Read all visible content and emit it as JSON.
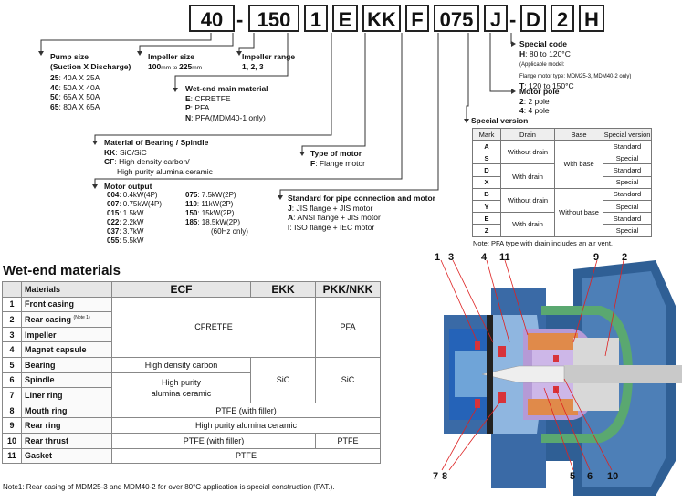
{
  "code": {
    "segments": [
      "40",
      "150",
      "1",
      "E",
      "KK",
      "F",
      "075",
      "J",
      "D",
      "2",
      "H"
    ],
    "dash": "-"
  },
  "pump_size": {
    "title": "Pump size",
    "subtitle": "(Suction X Discharge)",
    "items": [
      {
        "code": "25",
        "text": ": 40A X 25A"
      },
      {
        "code": "40",
        "text": ": 50A X 40A"
      },
      {
        "code": "50",
        "text": ": 65A X 50A"
      },
      {
        "code": "65",
        "text": ": 80A X 65A"
      }
    ]
  },
  "impeller_size": {
    "title": "Impeller size",
    "min": "100",
    "unit1": "mm to ",
    "max": "225",
    "unit2": "mm"
  },
  "impeller_range": {
    "title": "Impeller range",
    "values": "1, 2, 3"
  },
  "wet_end_main": {
    "title": "Wet-end main material",
    "items": [
      {
        "code": "E",
        "text": ": CFRETFE"
      },
      {
        "code": "P",
        "text": ": PFA"
      },
      {
        "code": "N",
        "text": ": PFA(MDM40-1 only)"
      }
    ]
  },
  "bearing": {
    "title": "Material of Bearing / Spindle",
    "items": [
      {
        "code": "KK",
        "text": ": SiC/SiC"
      },
      {
        "code": "CF",
        "text": ": High density carbon/"
      }
    ],
    "cont": "High purity alumina ceramic"
  },
  "motor_type": {
    "title": "Type of motor",
    "code": "F",
    "text": ": Flange motor"
  },
  "motor_output": {
    "title": "Motor output",
    "left": [
      {
        "code": "004",
        "text": ": 0.4kW(4P)"
      },
      {
        "code": "007",
        "text": ": 0.75kW(4P)"
      },
      {
        "code": "015",
        "text": ": 1.5kW"
      },
      {
        "code": "022",
        "text": ": 2.2kW"
      },
      {
        "code": "037",
        "text": ": 3.7kW"
      },
      {
        "code": "055",
        "text": ": 5.5kW"
      }
    ],
    "right": [
      {
        "code": "075",
        "text": ": 7.5kW(2P)"
      },
      {
        "code": "110",
        "text": ": 11kW(2P)"
      },
      {
        "code": "150",
        "text": ": 15kW(2P)"
      },
      {
        "code": "185",
        "text": ": 18.5kW(2P)"
      }
    ],
    "right_note": "(60Hz only)"
  },
  "standard": {
    "title": "Standard for pipe connection and motor",
    "items": [
      {
        "code": "J",
        "text": ": JIS flange + JIS motor"
      },
      {
        "code": "A",
        "text": ": ANSI flange + JIS motor"
      },
      {
        "code": "I",
        "text": ": ISO flange + IEC motor"
      }
    ]
  },
  "special_code": {
    "title": "Special code",
    "h_code": "H",
    "h_text": ": 80 to 120°C",
    "applicable": "(Applicable model:",
    "flange": "Flange motor type: MDM25-3, MDM40-2  only)",
    "t_code": "T",
    "t_text": ": 120 to 150°C"
  },
  "motor_pole": {
    "title": "Motor pole",
    "items": [
      {
        "code": "2",
        "text": ": 2 pole"
      },
      {
        "code": "4",
        "text": ": 4 pole"
      }
    ]
  },
  "special_version": {
    "title": "Special version",
    "headers": [
      "Mark",
      "Drain",
      "Base",
      "Special version"
    ],
    "marks": [
      "A",
      "S",
      "D",
      "X",
      "B",
      "Y",
      "E",
      "Z"
    ],
    "drain": [
      "Without drain",
      "With drain",
      "Without drain",
      "With drain"
    ],
    "base": [
      "With base",
      "Without base"
    ],
    "versions": [
      "Standard",
      "Special",
      "Standard",
      "Special",
      "Standard",
      "Special",
      "Standard",
      "Special"
    ],
    "note": "Note: PFA type with drain includes an air vent."
  },
  "wet_end": {
    "title": "Wet-end materials",
    "headers": {
      "materials": "Materials",
      "ecf": "ECF",
      "ekk": "EKK",
      "pkk": "PKK/NKK"
    },
    "rows": [
      {
        "num": "1",
        "name": "Front casing"
      },
      {
        "num": "2",
        "name": "Rear casing",
        "note": "(Note 1)"
      },
      {
        "num": "3",
        "name": "Impeller"
      },
      {
        "num": "4",
        "name": "Magnet capsule"
      },
      {
        "num": "5",
        "name": "Bearing"
      },
      {
        "num": "6",
        "name": "Spindle"
      },
      {
        "num": "7",
        "name": "Liner ring"
      },
      {
        "num": "8",
        "name": "Mouth ring"
      },
      {
        "num": "9",
        "name": "Rear ring"
      },
      {
        "num": "10",
        "name": "Rear thrust"
      },
      {
        "num": "11",
        "name": "Gasket"
      }
    ],
    "cells": {
      "cfretfe": "CFRETFE",
      "pfa": "PFA",
      "hd_carbon": "High density carbon",
      "hp_alumina_1": "High purity",
      "hp_alumina_2": "alumina ceramic",
      "sic": "SiC",
      "ptfe_filler": "PTFE (with filler)",
      "hp_alumina_full": "High purity alumina ceramic",
      "ptfe": "PTFE"
    },
    "note": "Note1: Rear casing of MDM25-3 and MDM40-2 for over 80°C application is special construction (PAT.)."
  },
  "diagram_numbers": [
    "1",
    "3",
    "4",
    "11",
    "9",
    "2",
    "7",
    "8",
    "5",
    "6",
    "10"
  ]
}
